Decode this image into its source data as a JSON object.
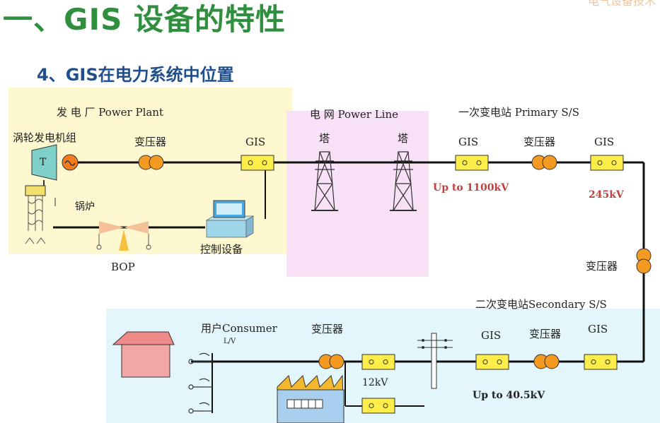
{
  "header": {
    "title": "一、GIS 设备的特性",
    "corner_text": "电气设备技术",
    "section_title": "4、GIS在电力系统中位置"
  },
  "power_plant": {
    "title": "发 电 厂 Power Plant",
    "generator": "涡轮发电机组",
    "generator_symbol": "T",
    "transformer": "变压器",
    "gis": "GIS",
    "boiler": "锅炉",
    "bop": "BOP",
    "control": "控制设备"
  },
  "power_line": {
    "title": "电  网 Power Line",
    "tower_1": "塔",
    "tower_2": "塔"
  },
  "primary": {
    "title": "一次变电站 Primary S/S",
    "gis_1": "GIS",
    "transformer": "变压器",
    "gis_2": "GIS",
    "voltage_in": "Up to  1100kV",
    "voltage_out": "245kV"
  },
  "link": {
    "transformer": "变压器"
  },
  "secondary": {
    "title": "二次变电站Secondary S/S",
    "gis_1": "GIS",
    "transformer": "变压器",
    "gis_2": "GIS",
    "voltage": "Up to 40.5kV"
  },
  "consumer": {
    "title": "用户Consumer",
    "lv": "L/V",
    "transformer": "变压器",
    "voltage": "12kV"
  },
  "colors": {
    "plant_bg": "#fdf8d0",
    "line_bg": "#f8e0f6",
    "consumer_bg": "#e3f6fb",
    "switchgear": "#ffee4a",
    "transformer": "#f59a20",
    "title_green": "#2f8f3f",
    "title_blue": "#1f4f8f"
  }
}
